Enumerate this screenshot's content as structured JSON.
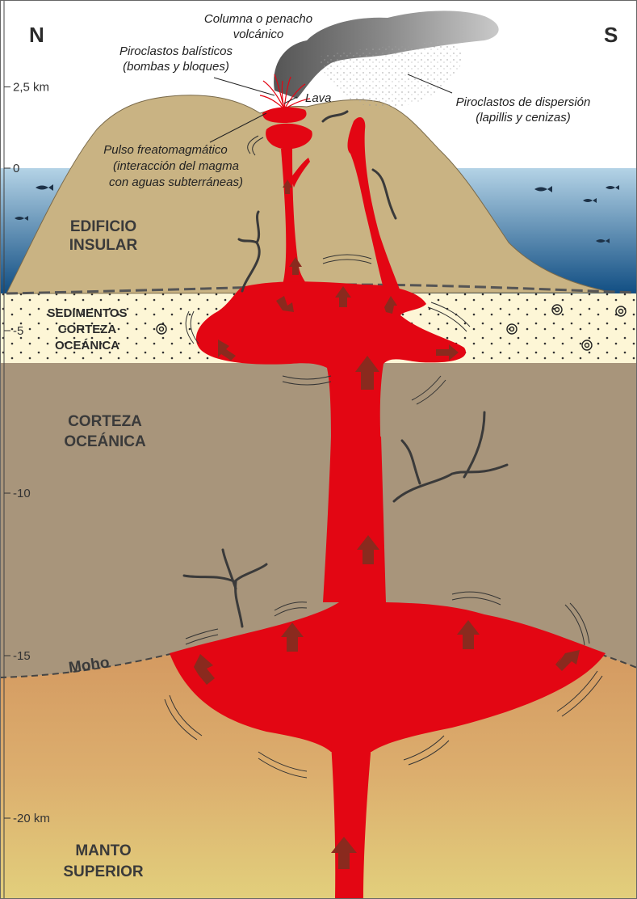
{
  "orientation": {
    "north": "N",
    "south": "S"
  },
  "depth_axis": {
    "ticks": [
      {
        "label": "2,5 km",
        "value": 2.5
      },
      {
        "label": "0",
        "value": 0
      },
      {
        "label": "-5",
        "value": -5
      },
      {
        "label": "-10",
        "value": -10
      },
      {
        "label": "-15",
        "value": -15
      },
      {
        "label": "-20 km",
        "value": -20
      }
    ]
  },
  "captions": {
    "plume": [
      "Columna o penacho",
      "volcánico"
    ],
    "ballistic": [
      "Piroclastos balísticos",
      "(bombas y bloques)"
    ],
    "lava": "Lava",
    "dispersion": [
      "Piroclastos de dispersión",
      "(lapillis y cenizas)"
    ],
    "phreatomagmatic": [
      "Pulso freatomagmático",
      "(interacción del magma",
      "con aguas subterráneas)"
    ]
  },
  "layers": {
    "island": [
      "EDIFICIO",
      "INSULAR"
    ],
    "sediments": [
      "SEDIMENTOS",
      "CORTEZA",
      "OCEÁNICA"
    ],
    "crust": [
      "CORTEZA",
      "OCEÁNICA"
    ],
    "moho": "Moho",
    "mantle": [
      "MANTO",
      "SUPERIOR"
    ]
  },
  "colors": {
    "magma": "#e30613",
    "arrow": "#8a2a1e",
    "island": "#c9b383",
    "sediment": "#fdf6d6",
    "crust": "#a8957b",
    "sea_top": "#a9cbe0",
    "sea_bottom": "#0f4f86"
  }
}
